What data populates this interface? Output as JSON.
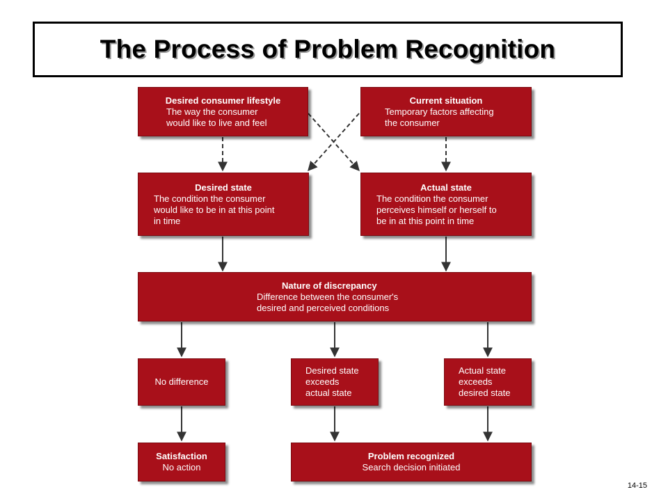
{
  "title": "The Process of Problem Recognition",
  "slide_number": "14-15",
  "nodes": {
    "desired_lifestyle": {
      "head": "Desired consumer lifestyle",
      "body": "The way the consumer\nwould like to live and feel"
    },
    "current_situation": {
      "head": "Current situation",
      "body": "Temporary factors affecting\nthe consumer"
    },
    "desired_state": {
      "head": "Desired state",
      "body": "The condition the consumer\nwould like to be in at this point\nin time"
    },
    "actual_state": {
      "head": "Actual state",
      "body": "The condition the consumer\nperceives himself or herself to\nbe in at this point in time"
    },
    "discrepancy": {
      "head": "Nature of discrepancy",
      "body": "Difference between the consumer's\ndesired and perceived conditions"
    },
    "no_difference": {
      "body": "No difference"
    },
    "desired_exceeds": {
      "body": "Desired state\nexceeds\nactual state"
    },
    "actual_exceeds": {
      "body": "Actual state\nexceeds\ndesired state"
    },
    "satisfaction": {
      "head": "Satisfaction",
      "body": "No action"
    },
    "problem_recognized": {
      "head": "Problem recognized",
      "body": "Search decision initiated"
    }
  },
  "colors": {
    "box_fill": "#a8101a",
    "box_text": "#ffffff",
    "arrow": "#333333"
  }
}
